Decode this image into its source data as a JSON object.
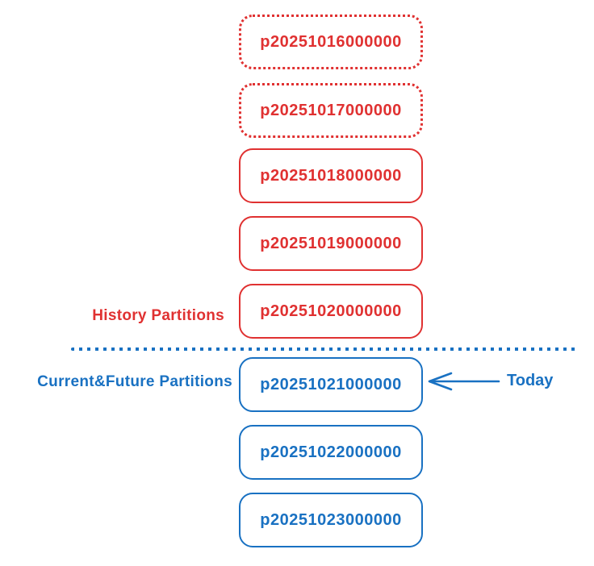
{
  "diagram": {
    "title_semantic": "Time-based table partitions",
    "colors": {
      "history_red": "#e03131",
      "future_blue": "#1971c2",
      "background": "#ffffff"
    },
    "groups": {
      "history": {
        "label": "History Partitions",
        "color": "#e03131"
      },
      "current_future": {
        "label": "Current&Future Partitions",
        "color": "#1971c2"
      }
    },
    "today": {
      "label": "Today",
      "color": "#1971c2"
    },
    "partitions": [
      {
        "name": "p20251016000000",
        "group": "history",
        "border": "dotted"
      },
      {
        "name": "p20251017000000",
        "group": "history",
        "border": "dotted"
      },
      {
        "name": "p20251018000000",
        "group": "history",
        "border": "solid"
      },
      {
        "name": "p20251019000000",
        "group": "history",
        "border": "solid"
      },
      {
        "name": "p20251020000000",
        "group": "history",
        "border": "solid"
      },
      {
        "name": "p20251021000000",
        "group": "current_future",
        "border": "solid",
        "annotation": "Today"
      },
      {
        "name": "p20251022000000",
        "group": "current_future",
        "border": "solid"
      },
      {
        "name": "p20251023000000",
        "group": "current_future",
        "border": "solid"
      }
    ]
  }
}
